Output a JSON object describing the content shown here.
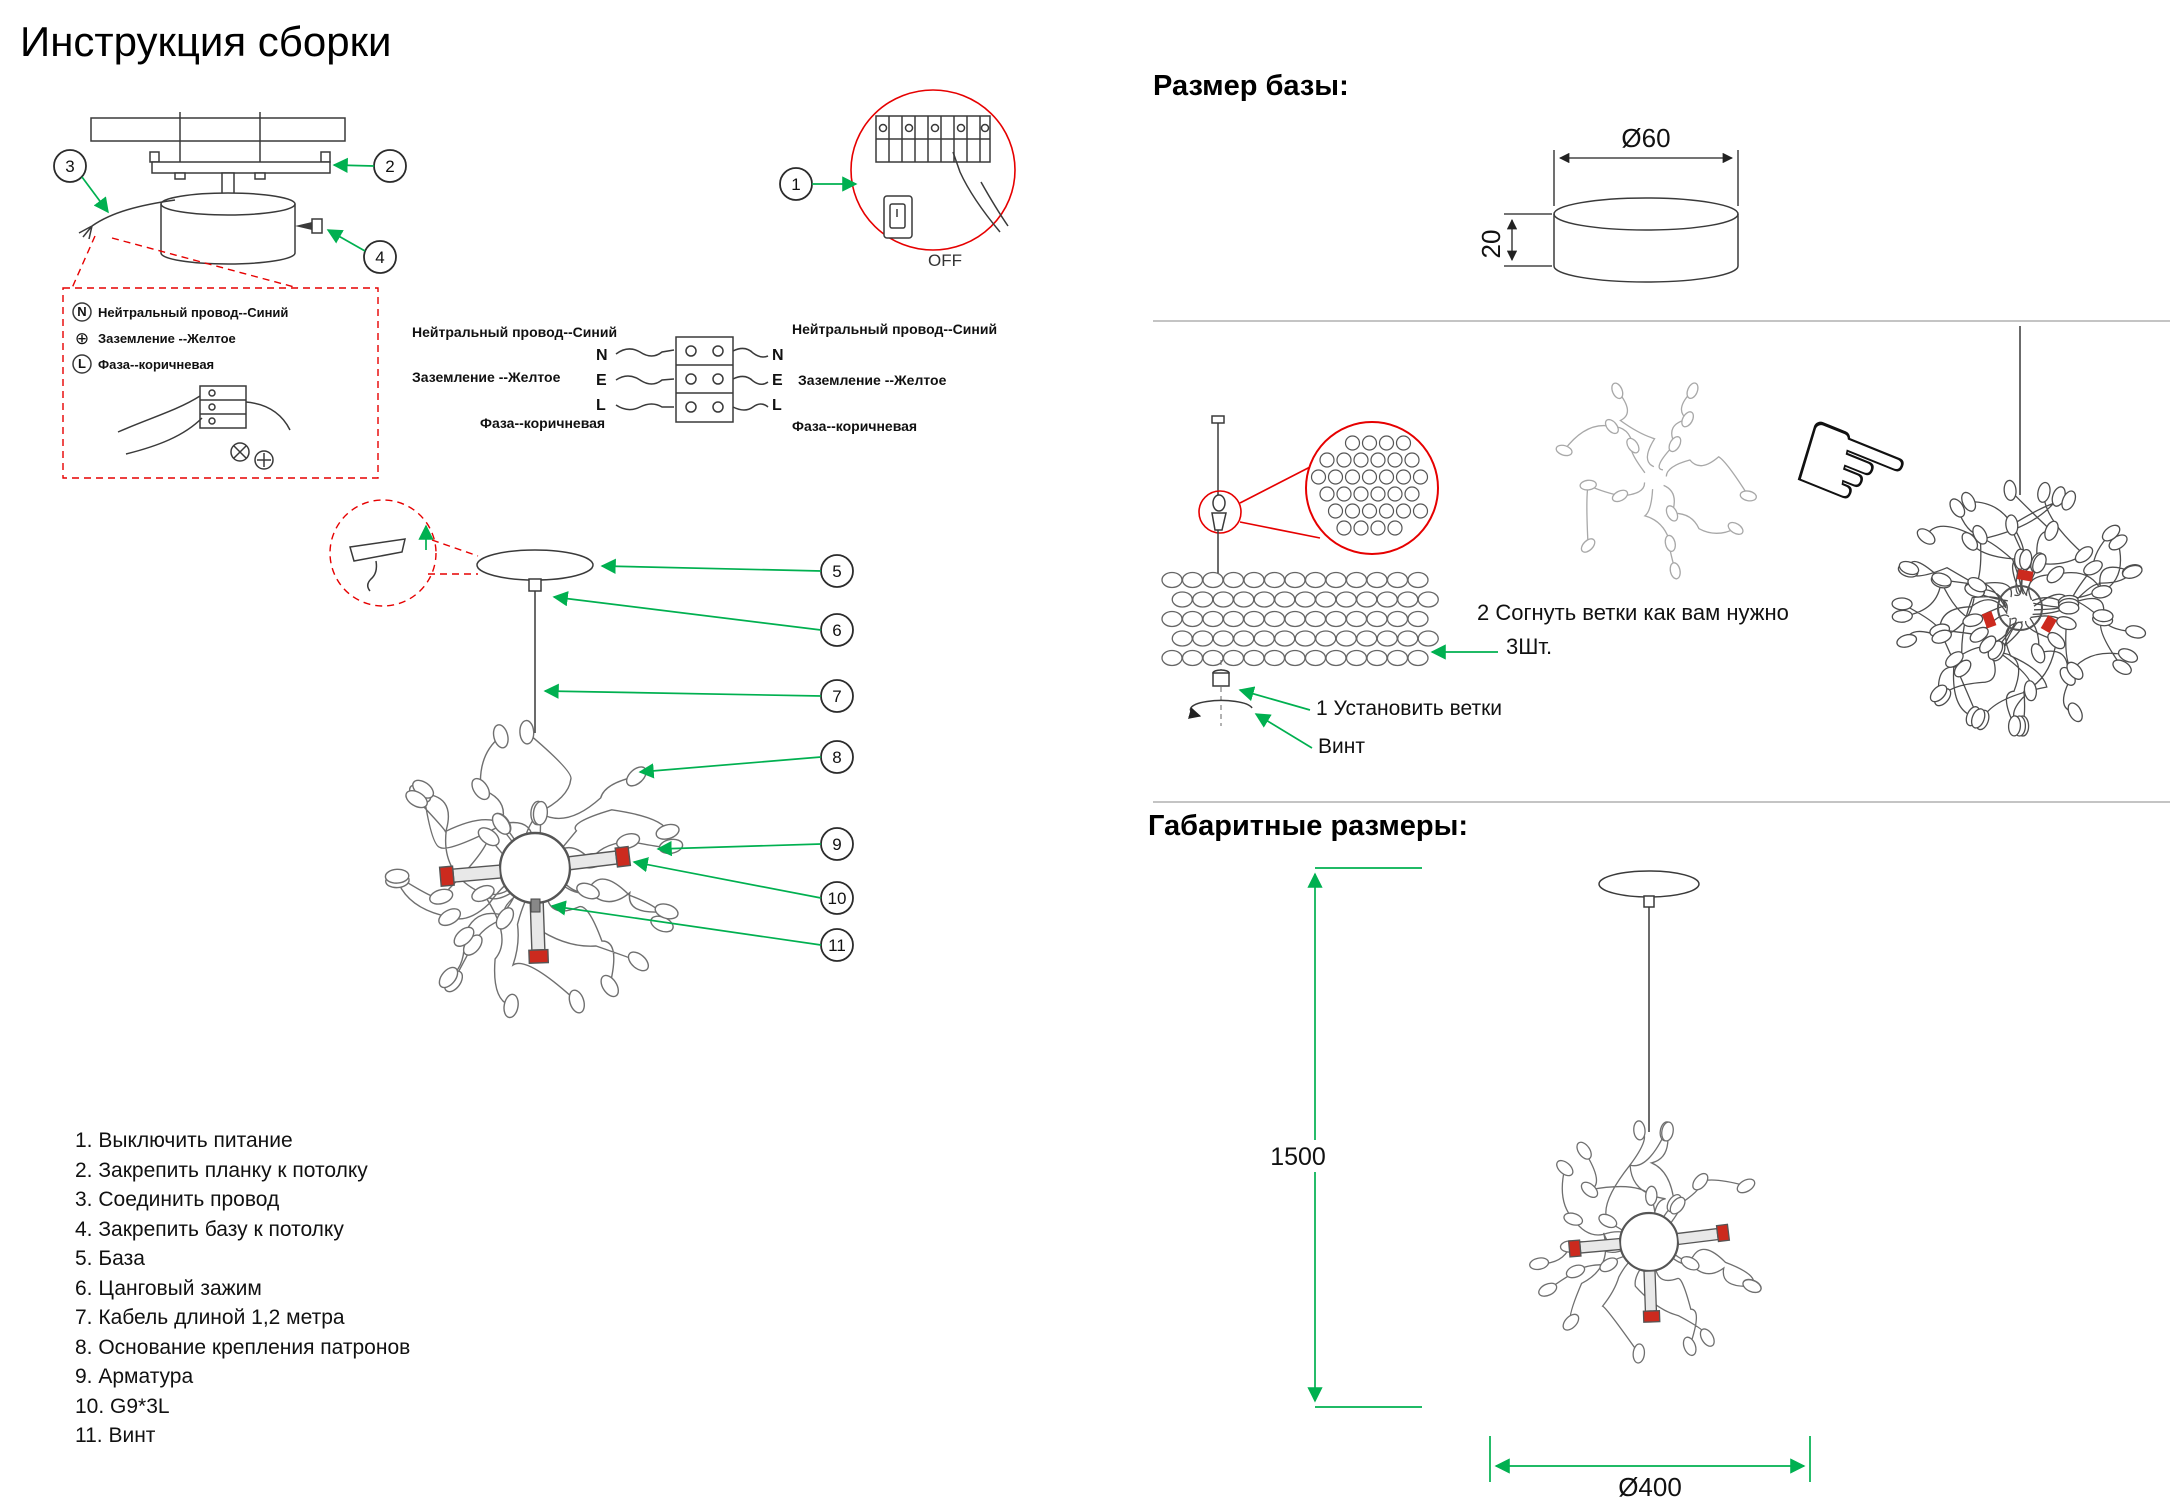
{
  "accent": {
    "green": "#00B050",
    "red": "#E60000"
  },
  "title": "Инструкция сборки",
  "callouts": [
    "1",
    "2",
    "3",
    "4",
    "5",
    "6",
    "7",
    "8",
    "9",
    "10",
    "11"
  ],
  "legend_box": {
    "rows": [
      {
        "symbol": "N",
        "label": "Нейтральный провод--Синий"
      },
      {
        "symbol": "⊕",
        "label": "Заземление --Желтое"
      },
      {
        "symbol": "L",
        "label": "Фаза--коричневая"
      }
    ]
  },
  "wiring": {
    "left_labels": [
      "Нейтральный провод--Синий",
      "Заземление --Желтое",
      "Фаза--коричневая"
    ],
    "right_labels": [
      "Нейтральный провод--Синий",
      "Заземление --Желтое",
      "Фаза--коричневая"
    ],
    "terminals": [
      "N",
      "E",
      "L"
    ],
    "off_label": "OFF"
  },
  "parts_list": [
    "1. Выключить питание",
    "2. Закрепить планку к потолку",
    "3. Соединить провод",
    "4. Закрепить базу к потолку",
    "5. База",
    "6. Цанговый зажим",
    "7. Кабель длиной 1,2 метра",
    "8. Основание крепления патронов",
    "9. Арматура",
    "10. G9*3L",
    "11. Винт"
  ],
  "base_size": {
    "heading": "Размер базы:",
    "diameter": "Ø60",
    "height": "20"
  },
  "branch_steps": {
    "bend": "2 Согнуть ветки как вам нужно",
    "qty": "3Шт.",
    "install": "1 Установить ветки",
    "screw": "Винт"
  },
  "overall": {
    "heading": "Габаритные размеры:",
    "height": "1500",
    "diameter": "Ø400"
  },
  "icons": {
    "pointing_hand": "☞"
  }
}
